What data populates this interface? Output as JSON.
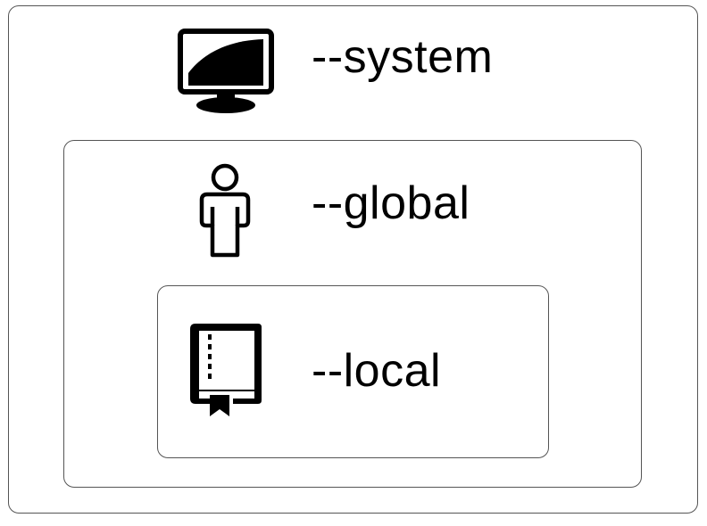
{
  "scopes": {
    "system": {
      "label": "--system",
      "icon": "monitor-icon"
    },
    "global": {
      "label": "--global",
      "icon": "person-icon"
    },
    "local": {
      "label": "--local",
      "icon": "book-icon"
    }
  },
  "colors": {
    "border": "#555555",
    "text": "#000000",
    "background": "#ffffff"
  }
}
